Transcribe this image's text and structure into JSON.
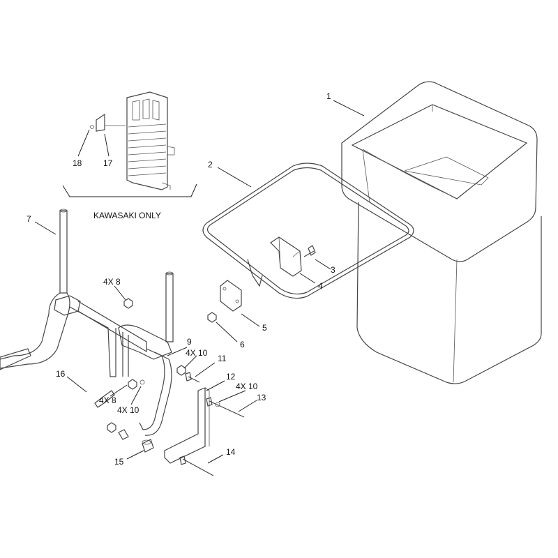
{
  "diagram": {
    "callouts": {
      "c1": "1",
      "c2": "2",
      "c3": "3",
      "c4": "4",
      "c5": "5",
      "c6": "6",
      "c7": "7",
      "c8": "4X 8",
      "c9": "9",
      "c10": "4X 10",
      "c11": "11",
      "c12": "12",
      "c10b": "4X 10",
      "c13": "13",
      "c14": "14",
      "c15": "15",
      "c16": "16",
      "c8b": "4X 8",
      "c10c": "4X 10",
      "c17": "17",
      "c18": "18"
    },
    "note": "KAWASAKI ONLY"
  }
}
